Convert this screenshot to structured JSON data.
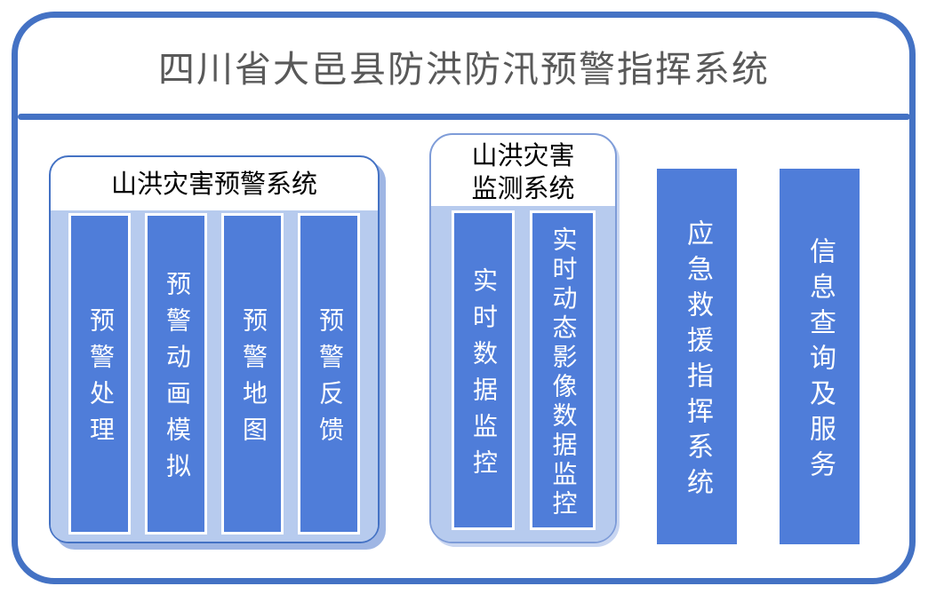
{
  "title": "四川省大邑县防洪防汛预警指挥系统",
  "colors": {
    "frame_blue": "#4472C4",
    "pillar_blue": "#4F7DD9",
    "panel_light_blue": "#B7CBEE",
    "panel_shadow_blue": "#9FB6E4",
    "group2_border_blue": "#7E9CD8",
    "title_gray": "#595959",
    "header_text": "#000000",
    "pillar_text": "#FFFFFF"
  },
  "groups": [
    {
      "title": "山洪灾害预警系统",
      "title_lines": [
        "山洪灾害预警系统"
      ],
      "columns": [
        "预警处理",
        "预警动画模拟",
        "预警地图",
        "预警反馈"
      ]
    },
    {
      "title": "山洪灾害监测系统",
      "title_lines": [
        "山洪灾害",
        "监测系统"
      ],
      "columns": [
        "实时数据监控",
        "实时动态影像数据监控"
      ]
    }
  ],
  "standalone_columns": [
    "应急救援指挥系统",
    "信息查询及服务"
  ]
}
